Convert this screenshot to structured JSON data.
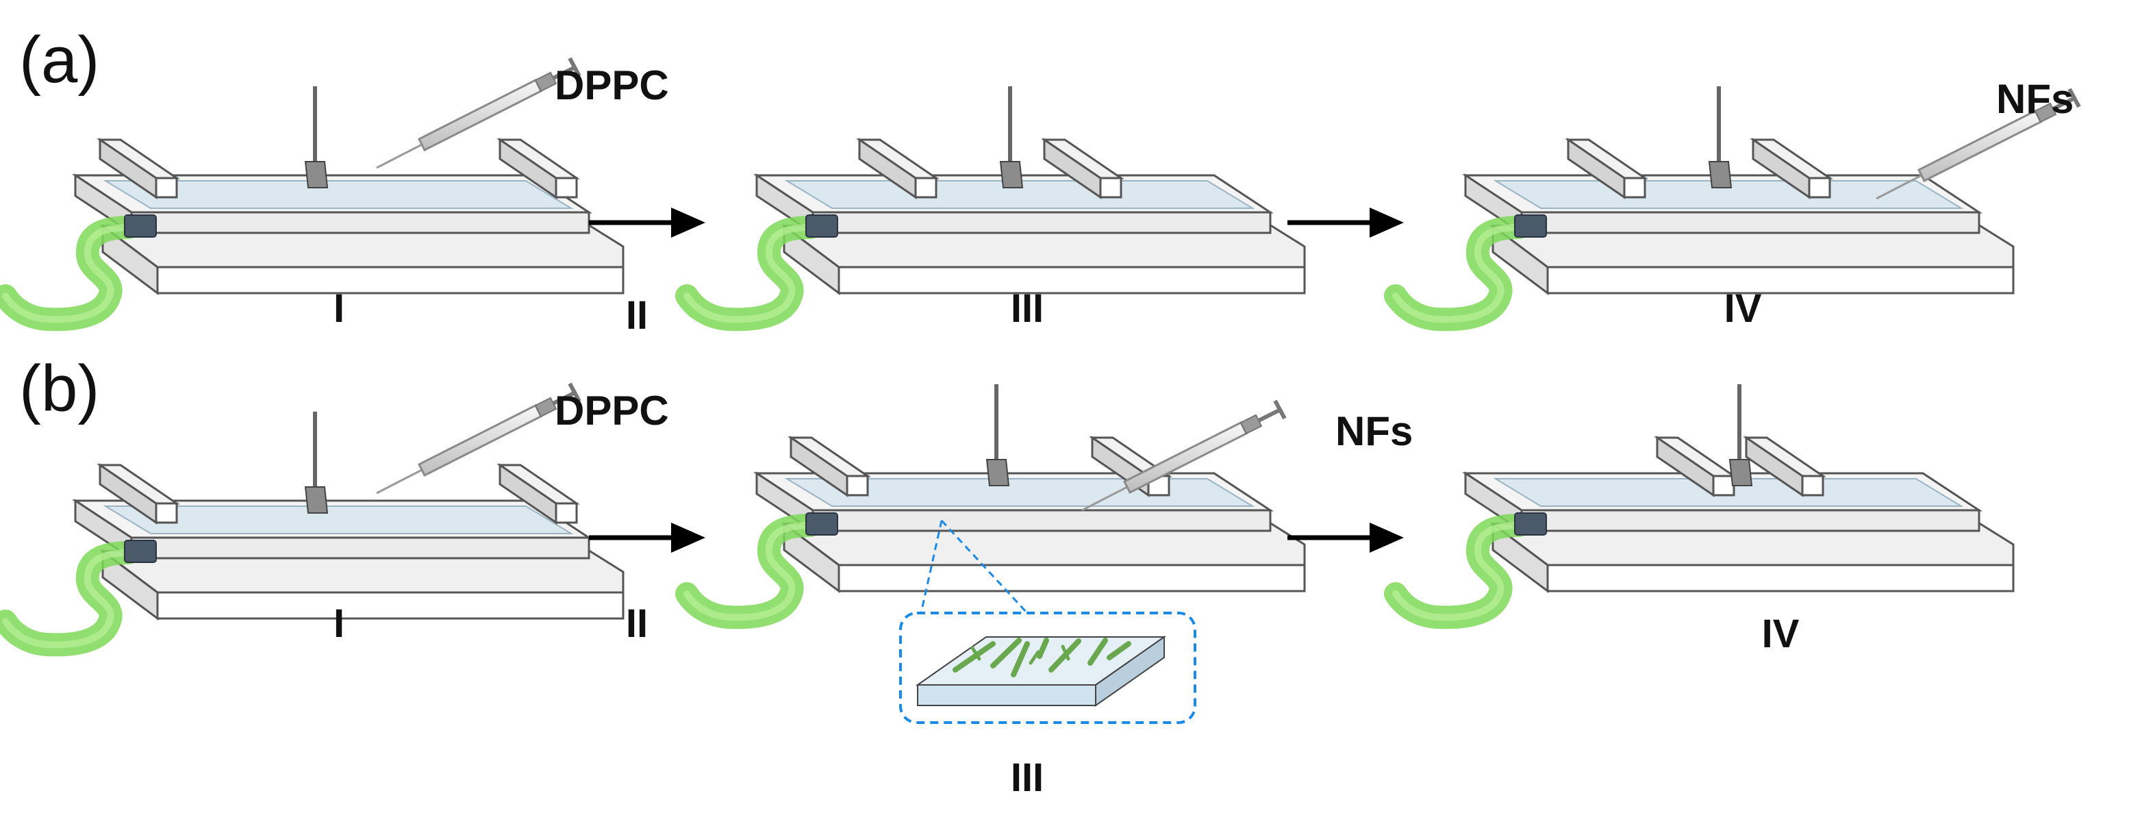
{
  "panels": [
    {
      "label": "(a)",
      "steps": [
        "I",
        "II",
        "III",
        "IV"
      ],
      "reagents": [
        "DPPC",
        "NFs"
      ]
    },
    {
      "label": "(b)",
      "steps": [
        "I",
        "II",
        "III",
        "IV"
      ],
      "reagents": [
        "DPPC",
        "NFs"
      ]
    }
  ],
  "colors": {
    "tube": "#7ed957",
    "tube_dark": "#5cb83a",
    "trough_side": "#e6e6e6",
    "trough_top": "#f4f4f4",
    "water": "#dbe8f0",
    "barrier_top": "#f2f2f2",
    "barrier_side": "#d4d4d4",
    "plate": "#808080",
    "inset_border": "#1a8ae6",
    "inset_slab": "#d8e8f2",
    "fibers": "#6aa84f"
  },
  "icons": [
    "syringe-icon",
    "arrow-right-icon",
    "tubing-icon",
    "wilhelmy-plate-icon"
  ]
}
